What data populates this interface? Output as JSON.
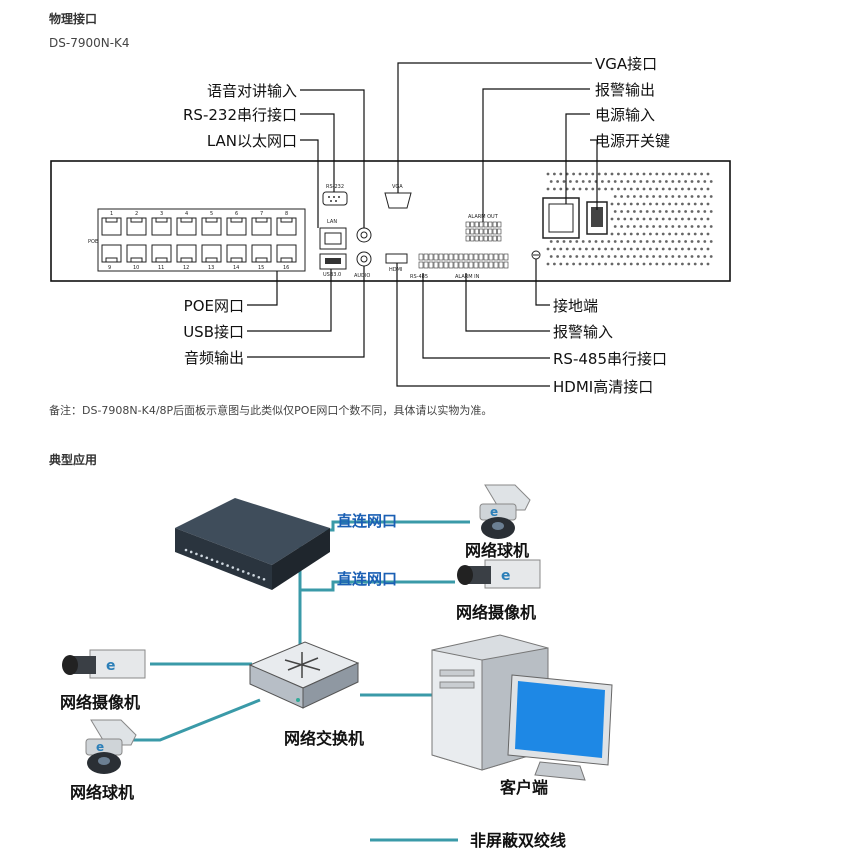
{
  "header": {
    "section1_title": "物理接口",
    "model": "DS-7900N-K4",
    "note": "备注：DS-7908N-K4/8P后面板示意图与此类似仅POE网口个数不同，具体请以实物为准。",
    "section2_title": "典型应用"
  },
  "panel": {
    "callouts_top": [
      "语音对讲输入",
      "RS-232串行接口",
      "LAN以太网口"
    ],
    "callouts_top_right": [
      "VGA接口",
      "报警输出",
      "电源输入",
      "电源开关键"
    ],
    "callouts_bottom_left": [
      "POE网口",
      "USB接口",
      "音频输出"
    ],
    "callouts_bottom_right": [
      "接地端",
      "报警输入",
      "RS-485串行接口",
      "HDMI高清接口"
    ],
    "poe_label": "POE",
    "port_numbers_top": [
      "1",
      "2",
      "3",
      "4",
      "5",
      "6",
      "7",
      "8"
    ],
    "port_numbers_bottom": [
      "9",
      "10",
      "11",
      "12",
      "13",
      "14",
      "15",
      "16"
    ],
    "small_labels": {
      "rs232": "RS-232",
      "lan": "LAN",
      "usb": "USB3.0",
      "vga": "VGA",
      "audio": "AUDIO",
      "hdmi": "HDMI",
      "rs485": "RS-485",
      "alarm_out": "ALARM OUT",
      "alarm_in": "ALARM IN"
    }
  },
  "diagram": {
    "direct_link_1": "直连网口",
    "direct_link_2": "直连网口",
    "dome_camera_top": "网络球机",
    "box_camera_top": "网络摄像机",
    "box_camera_left": "网络摄像机",
    "switch": "网络交换机",
    "dome_camera_left": "网络球机",
    "client": "客户端",
    "legend": "非屏蔽双绞线"
  },
  "colors": {
    "cable": "#3a9aa8",
    "direct_text": "#1a5fb4"
  }
}
